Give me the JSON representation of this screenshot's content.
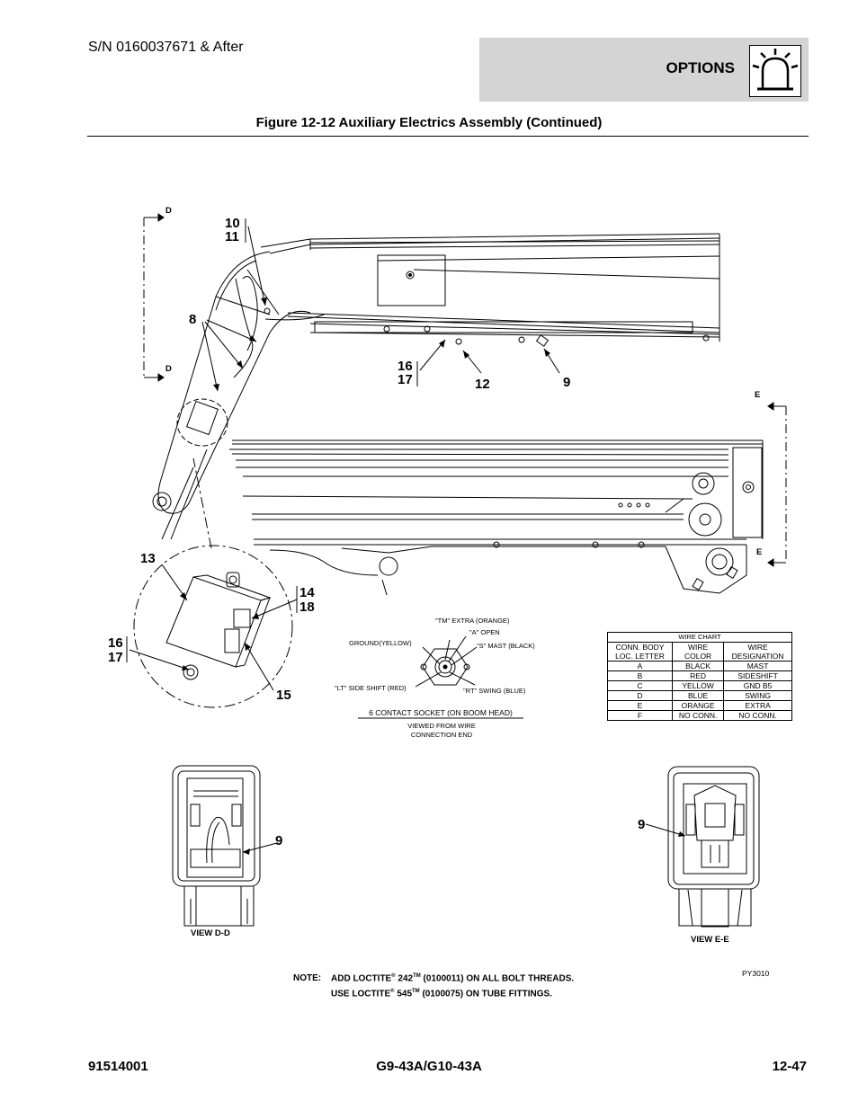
{
  "header": {
    "serial": "S/N 0160037671 & After",
    "section": "OPTIONS",
    "section_icon": "beacon-light-icon"
  },
  "figure_title": "Figure 12-12 Auxiliary Electrics Assembly (Continued)",
  "callouts": {
    "c10_11": [
      "10",
      "11"
    ],
    "c8": "8",
    "c16_17_top": [
      "16",
      "17"
    ],
    "c12": "12",
    "c9_top": "9",
    "c13": "13",
    "c14_18": [
      "14",
      "18"
    ],
    "c16_17_detail": [
      "16",
      "17"
    ],
    "c15": "15",
    "c9_view_dd": "9",
    "c9_view_ee": "9"
  },
  "section_markers": {
    "d_top": "D",
    "d_bottom": "D",
    "e_top": "E",
    "e_bottom": "E"
  },
  "socket": {
    "tm": "\"TM\" EXTRA (ORANGE)",
    "a": "\"A\" OPEN",
    "ground": "GROUND(YELLOW)",
    "s": "\"S\" MAST (BLACK)",
    "lt": "\"LT\" SIDE SHIFT (RED)",
    "rt": "\"RT\" SWING (BLUE)",
    "caption": "6 CONTACT SOCKET (ON BOOM HEAD)",
    "viewed_line1": "VIEWED FROM WIRE",
    "viewed_line2": "CONNECTION END"
  },
  "wire_chart": {
    "title": "WIRE CHART",
    "headers": [
      [
        "CONN. BODY",
        "LOC. LETTER"
      ],
      [
        "WIRE",
        "COLOR"
      ],
      [
        "WIRE",
        "DESIGNATION"
      ]
    ],
    "rows": [
      [
        "A",
        "BLACK",
        "MAST"
      ],
      [
        "B",
        "RED",
        "SIDESHIFT"
      ],
      [
        "C",
        "YELLOW",
        "GND B5"
      ],
      [
        "D",
        "BLUE",
        "SWING"
      ],
      [
        "E",
        "ORANGE",
        "EXTRA"
      ],
      [
        "F",
        "NO CONN.",
        "NO CONN."
      ]
    ]
  },
  "views": {
    "dd": "VIEW D-D",
    "ee": "VIEW E-E"
  },
  "note": {
    "label": "NOTE:",
    "line1_a": "ADD LOCTITE",
    "reg": "®",
    "line1_b": " 242",
    "tm": "TM",
    "line1_c": " (0100011) ON ALL BOLT THREADS.",
    "line2_a": "USE LOCTITE",
    "line2_b": " 545",
    "line2_c": " (0100075) ON TUBE FITTINGS."
  },
  "drawing_code": "PY3010",
  "footer": {
    "left": "91514001",
    "center": "G9-43A/G10-43A",
    "right": "12-47"
  }
}
